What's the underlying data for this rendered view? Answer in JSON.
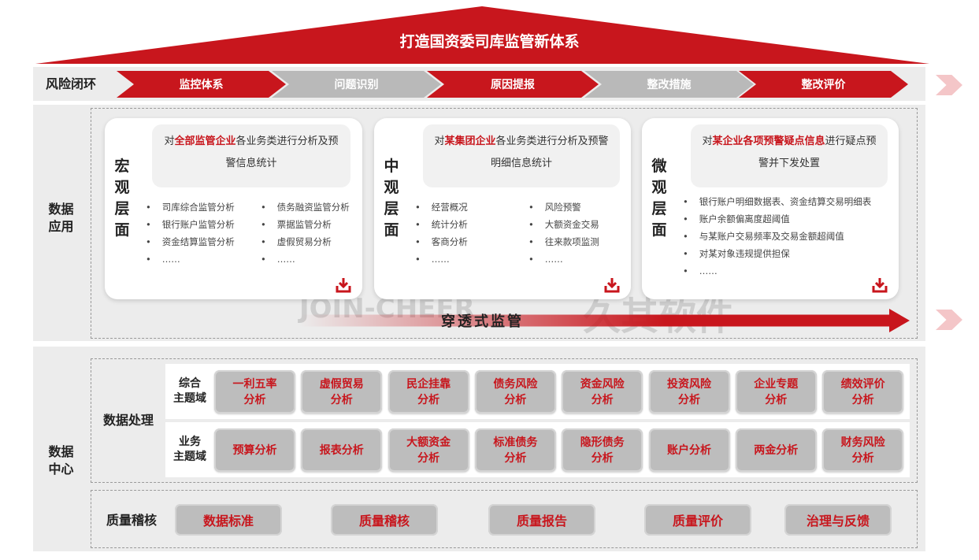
{
  "title": "打造国资委司库监管新体系",
  "risk_loop": {
    "label": "风险闭环",
    "steps": [
      {
        "label": "监控体系",
        "color": "red"
      },
      {
        "label": "问题识别",
        "color": "gray"
      },
      {
        "label": "原因提报",
        "color": "red"
      },
      {
        "label": "整改措施",
        "color": "gray"
      },
      {
        "label": "整改评价",
        "color": "red"
      }
    ]
  },
  "data_app": {
    "label": [
      "数据",
      "应用"
    ],
    "cards": [
      {
        "title": "宏观层面",
        "desc_pre": "对",
        "desc_hl": "全部监管企业",
        "desc_post": "各业务类进行分析及预警信息统计",
        "col1": [
          "司库综合监管分析",
          "银行账户监管分析",
          "资金结算监管分析",
          "……"
        ],
        "col2": [
          "债务融资监管分析",
          "票据监管分析",
          "虚假贸易分析",
          "……"
        ]
      },
      {
        "title": "中观层面",
        "desc_pre": "对",
        "desc_hl": "某集团企业",
        "desc_post": "各业务类进行分析及预警明细信息统计",
        "col1": [
          "经营概况",
          "统计分析",
          "客商分析",
          "……"
        ],
        "col2": [
          "风险预警",
          "大额资金交易",
          "往来款项监测",
          "……"
        ]
      },
      {
        "title": "微观层面",
        "desc_pre": "对",
        "desc_hl": "某企业各项预警疑点信息",
        "desc_post": "进行疑点预警并下发处置",
        "col1": [
          "银行账户明细数据表、资金结算交易明细表",
          "账户余额偏离度超阈值",
          "与某账户交易频率及交易金额超阈值",
          "对某对象违规提供担保",
          "……"
        ],
        "col2": []
      }
    ],
    "arrow_label": "穿透式监管"
  },
  "watermark": {
    "en": "JOIN-CHEER",
    "cn": "久其软件"
  },
  "data_center": {
    "label": [
      "数据",
      "中心"
    ],
    "processing_label": "数据处理",
    "rows": [
      {
        "label": [
          "综合",
          "主题域"
        ],
        "items": [
          [
            "一利五率",
            "分析"
          ],
          [
            "虚假贸易",
            "分析"
          ],
          [
            "民企挂靠",
            "分析"
          ],
          [
            "债务风险",
            "分析"
          ],
          [
            "资金风险",
            "分析"
          ],
          [
            "投资风险",
            "分析"
          ],
          [
            "企业专题",
            "分析"
          ],
          [
            "绩效评价",
            "分析"
          ]
        ]
      },
      {
        "label": [
          "业务",
          "主题域"
        ],
        "items": [
          [
            "预算分析"
          ],
          [
            "报表分析"
          ],
          [
            "大额资金",
            "分析"
          ],
          [
            "标准债务",
            "分析"
          ],
          [
            "隐形债务",
            "分析"
          ],
          [
            "账户分析"
          ],
          [
            "两金分析"
          ],
          [
            "财务风险",
            "分析"
          ]
        ]
      }
    ],
    "quality_label": "质量稽核",
    "quality_items": [
      "数据标准",
      "质量稽核",
      "质量报告",
      "质量评价",
      "治理与反馈"
    ]
  },
  "colors": {
    "red": "#c8161d",
    "gray": "#b9b9b9"
  }
}
